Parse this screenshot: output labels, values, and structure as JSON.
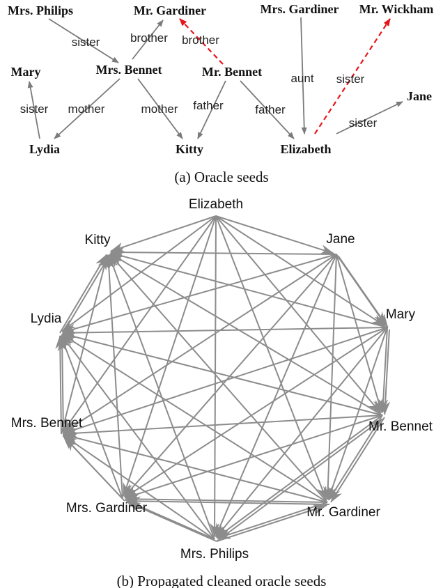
{
  "panel_a": {
    "caption": "(a) Oracle seeds",
    "nodes": [
      {
        "id": "mrs_philips",
        "label": "Mrs. Philips"
      },
      {
        "id": "mr_gardiner",
        "label": "Mr. Gardiner"
      },
      {
        "id": "mrs_gardiner",
        "label": "Mrs. Gardiner"
      },
      {
        "id": "mr_wickham",
        "label": "Mr. Wickham"
      },
      {
        "id": "mary",
        "label": "Mary"
      },
      {
        "id": "mrs_bennet",
        "label": "Mrs. Bennet"
      },
      {
        "id": "mr_bennet",
        "label": "Mr. Bennet"
      },
      {
        "id": "jane",
        "label": "Jane"
      },
      {
        "id": "lydia",
        "label": "Lydia"
      },
      {
        "id": "kitty",
        "label": "Kitty"
      },
      {
        "id": "elizabeth",
        "label": "Elizabeth"
      }
    ],
    "edges": [
      {
        "from": "mrs_philips",
        "to": "mrs_bennet",
        "label": "sister",
        "style": "solid"
      },
      {
        "from": "mrs_bennet",
        "to": "mr_gardiner",
        "label": "brother",
        "style": "solid"
      },
      {
        "from": "mr_bennet",
        "to": "mr_gardiner",
        "label": "brother",
        "style": "dashed-red"
      },
      {
        "from": "lydia",
        "to": "mary",
        "label": "sister",
        "style": "solid"
      },
      {
        "from": "mrs_bennet",
        "to": "lydia",
        "label": "mother",
        "style": "solid"
      },
      {
        "from": "mrs_bennet",
        "to": "kitty",
        "label": "mother",
        "style": "solid"
      },
      {
        "from": "mr_bennet",
        "to": "kitty",
        "label": "father",
        "style": "solid"
      },
      {
        "from": "mr_bennet",
        "to": "elizabeth",
        "label": "father",
        "style": "solid"
      },
      {
        "from": "mrs_gardiner",
        "to": "elizabeth",
        "label": "aunt",
        "style": "solid"
      },
      {
        "from": "elizabeth",
        "to": "mr_wickham",
        "label": "sister",
        "style": "dashed-red"
      },
      {
        "from": "elizabeth",
        "to": "jane",
        "label": "sister",
        "style": "solid"
      }
    ]
  },
  "panel_b": {
    "caption": "(b) Propagated cleaned oracle seeds",
    "nodes": [
      {
        "id": "elizabeth",
        "label": "Elizabeth"
      },
      {
        "id": "jane",
        "label": "Jane"
      },
      {
        "id": "mary",
        "label": "Mary"
      },
      {
        "id": "mr_bennet",
        "label": "Mr. Bennet"
      },
      {
        "id": "mr_gardiner",
        "label": "Mr. Gardiner"
      },
      {
        "id": "mrs_philips",
        "label": "Mrs. Philips"
      },
      {
        "id": "mrs_gardiner",
        "label": "Mrs. Gardiner"
      },
      {
        "id": "mrs_bennet",
        "label": "Mrs. Bennet"
      },
      {
        "id": "lydia",
        "label": "Lydia"
      },
      {
        "id": "kitty",
        "label": "Kitty"
      }
    ]
  },
  "colors": {
    "edge_gray": "#8c8c8c",
    "edge_dark": "#7a7a7a",
    "dashed_red": "#e8141b"
  }
}
